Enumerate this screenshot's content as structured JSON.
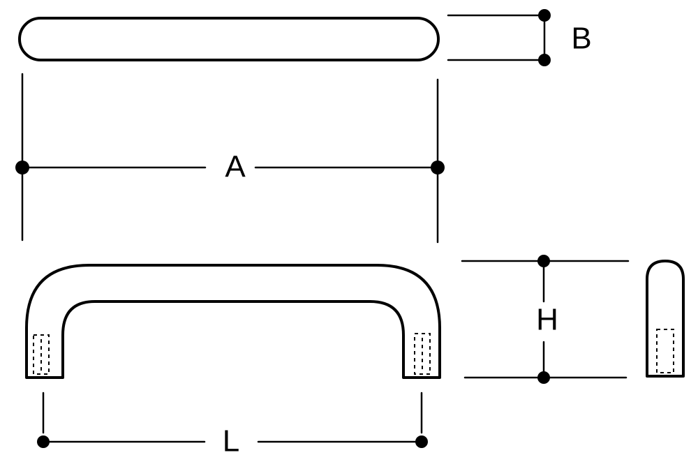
{
  "dimensions": {
    "overall_length": "A",
    "thickness": "B",
    "height": "H",
    "hole_spacing": "L"
  },
  "line_color": "#000000",
  "background_color": "#ffffff"
}
